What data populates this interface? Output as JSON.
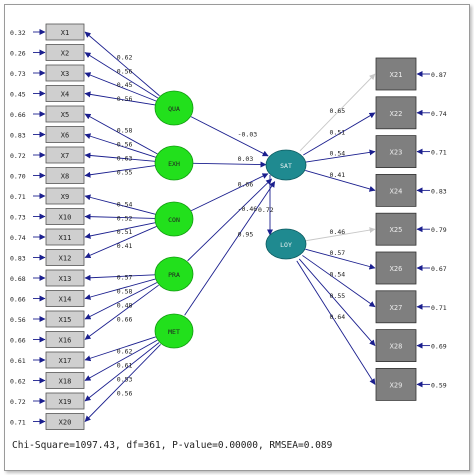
{
  "fit_statistics": "Chi-Square=1097.43, df=361, P-value=0.00000, RMSEA=0.089",
  "colors": {
    "obs_left_fill": "#cfcfcf",
    "obs_right_fill": "#7f7f7f",
    "exog_latent_fill": "#22e01c",
    "endog_latent_fill": "#1f8a90",
    "path_line": "#1b1f8e",
    "faint_path_line": "#c8c8c8"
  },
  "left_indicators": [
    {
      "label": "X1",
      "error": "0.32",
      "loading": "0.62",
      "factor": 0
    },
    {
      "label": "X2",
      "error": "0.26",
      "loading": "0.56",
      "factor": 0
    },
    {
      "label": "X3",
      "error": "0.73",
      "loading": "0.45",
      "factor": 0
    },
    {
      "label": "X4",
      "error": "0.45",
      "loading": "0.56",
      "factor": 0
    },
    {
      "label": "X5",
      "error": "0.66",
      "loading": "0.58",
      "factor": 1
    },
    {
      "label": "X6",
      "error": "0.83",
      "loading": "0.56",
      "factor": 1
    },
    {
      "label": "X7",
      "error": "0.72",
      "loading": "0.63",
      "factor": 1
    },
    {
      "label": "X8",
      "error": "0.70",
      "loading": "0.55",
      "factor": 1
    },
    {
      "label": "X9",
      "error": "0.71",
      "loading": "0.54",
      "factor": 2
    },
    {
      "label": "X10",
      "error": "0.73",
      "loading": "0.52",
      "factor": 2
    },
    {
      "label": "X11",
      "error": "0.74",
      "loading": "0.51",
      "factor": 2
    },
    {
      "label": "X12",
      "error": "0.83",
      "loading": "0.41",
      "factor": 2
    },
    {
      "label": "X13",
      "error": "0.68",
      "loading": "0.57",
      "factor": 3
    },
    {
      "label": "X14",
      "error": "0.66",
      "loading": "0.58",
      "factor": 3
    },
    {
      "label": "X15",
      "error": "0.56",
      "loading": "0.48",
      "factor": 3
    },
    {
      "label": "X16",
      "error": "0.66",
      "loading": "0.66",
      "factor": 3
    },
    {
      "label": "X17",
      "error": "0.61",
      "loading": "0.62",
      "factor": 4
    },
    {
      "label": "X18",
      "error": "0.62",
      "loading": "0.61",
      "factor": 4
    },
    {
      "label": "X19",
      "error": "0.72",
      "loading": "0.53",
      "factor": 4
    },
    {
      "label": "X20",
      "error": "0.71",
      "loading": "0.56",
      "factor": 4
    }
  ],
  "exogenous_factors": [
    {
      "label": "QUA",
      "path_to_SAT": "-0.03"
    },
    {
      "label": "EXH",
      "path_to_SAT": "0.03"
    },
    {
      "label": "CON",
      "path_to_SAT": "0.66"
    },
    {
      "label": "PRA",
      "path_to_SAT": "-0.46"
    },
    {
      "label": "MET",
      "path_to_SAT": "0.95"
    }
  ],
  "endogenous_factors": [
    {
      "label": "SAT"
    },
    {
      "label": "LOY"
    }
  ],
  "sat_to_loy": "0.72",
  "right_indicators": [
    {
      "label": "X21",
      "error": "0.87",
      "loading": "0.65",
      "factor": 0,
      "faint": true
    },
    {
      "label": "X22",
      "error": "0.74",
      "loading": "0.51",
      "factor": 0,
      "faint": false
    },
    {
      "label": "X23",
      "error": "0.71",
      "loading": "0.54",
      "factor": 0,
      "faint": false
    },
    {
      "label": "X24",
      "error": "0.83",
      "loading": "0.41",
      "factor": 0,
      "faint": false
    },
    {
      "label": "X25",
      "error": "0.79",
      "loading": "0.46",
      "factor": 1,
      "faint": true
    },
    {
      "label": "X26",
      "error": "0.67",
      "loading": "0.57",
      "factor": 1,
      "faint": false
    },
    {
      "label": "X27",
      "error": "0.71",
      "loading": "0.54",
      "factor": 1,
      "faint": false
    },
    {
      "label": "X28",
      "error": "0.69",
      "loading": "0.55",
      "factor": 1,
      "faint": false
    },
    {
      "label": "X29",
      "error": "0.59",
      "loading": "0.64",
      "factor": 1,
      "faint": false
    }
  ]
}
